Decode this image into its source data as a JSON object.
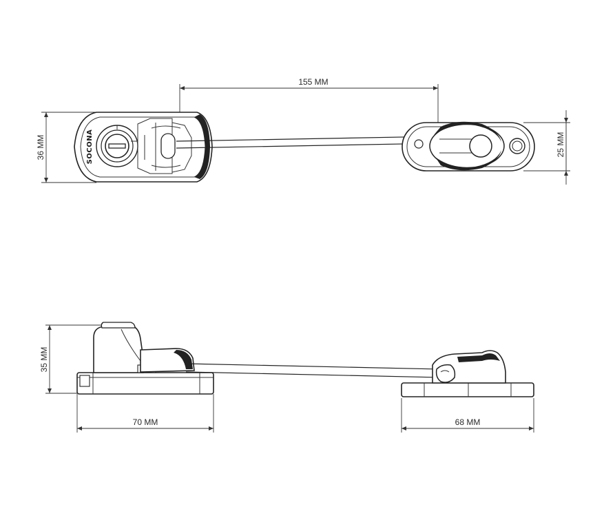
{
  "dimensions": {
    "top_length": "155 MM",
    "top_left_height": "36 MM",
    "top_right_height": "25 MM",
    "side_height": "35 MM",
    "side_left_width": "70 MM",
    "side_right_width": "68 MM"
  },
  "brand": "SOCONA"
}
